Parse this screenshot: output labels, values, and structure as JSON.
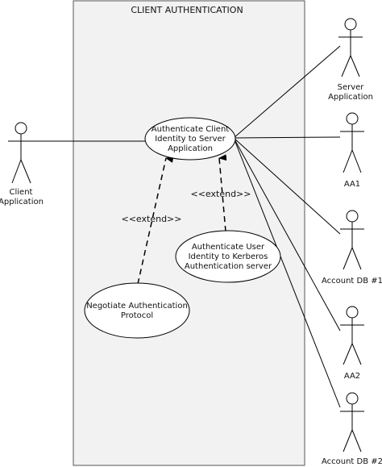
{
  "diagram": {
    "system_boundary": {
      "title": "CLIENT AUTHENTICATION"
    },
    "actors": {
      "client": {
        "line1": "Client",
        "line2": "Application"
      },
      "server": {
        "line1": "Server",
        "line2": "Application"
      },
      "aa1": {
        "label": "AA1"
      },
      "account_db_1": {
        "label": "Account DB #1"
      },
      "aa2": {
        "label": "AA2"
      },
      "account_db_2": {
        "label": "Account DB #2"
      }
    },
    "use_cases": {
      "authenticate_client": {
        "line1": "Authenticate Client",
        "line2": "Identity to Server",
        "line3": "Application"
      },
      "authenticate_user": {
        "line1": "Authenticate User",
        "line2": "Identity to Kerberos",
        "line3": "Authentication server"
      },
      "negotiate": {
        "line1": "Negotiate Authentication",
        "line2": "Protocol"
      }
    },
    "relations": {
      "extend_left": "<<extend>>",
      "extend_right": "<<extend>>"
    }
  }
}
